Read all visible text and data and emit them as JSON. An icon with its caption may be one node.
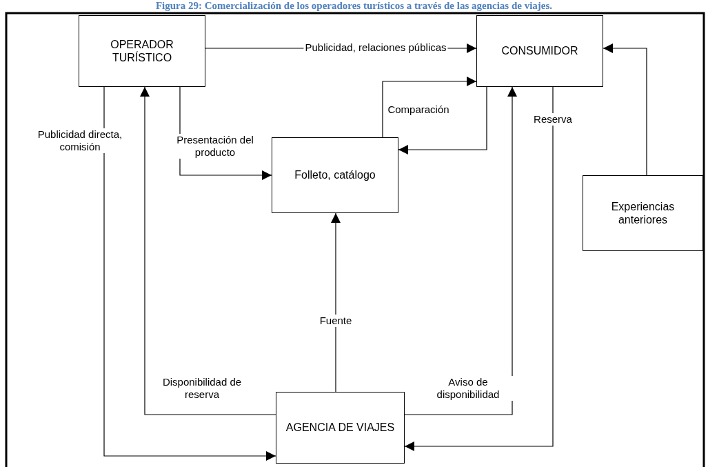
{
  "diagram": {
    "title": "Figura 29: Comercialización de los operadores turísticos a través de las agencias de viajes.",
    "nodes": [
      {
        "text": [
          "OPERADOR TURÍSTICO"
        ]
      },
      {
        "text": [
          "CONSUMIDOR"
        ]
      },
      {
        "text": [
          "Folleto, catálogo"
        ]
      },
      {
        "text": [
          "Experiencias anteriores"
        ]
      },
      {
        "text": [
          "AGENCIA DE VIAJES"
        ]
      }
    ],
    "edges": [
      {
        "from": 0,
        "to": 1,
        "arrow": "to",
        "label": "Publicidad, relaciones públicas"
      },
      {
        "from": 0,
        "to": 2,
        "arrow": "to",
        "label": "Presentación del producto"
      },
      {
        "from": 2,
        "to": 1,
        "arrow": "to",
        "label": "Comparación"
      },
      {
        "from": 1,
        "to": 2,
        "arrow": "to"
      },
      {
        "from": 0,
        "to": 4,
        "arrow": "to",
        "label": "Publicidad directa, comisión"
      },
      {
        "from": 4,
        "to": 0,
        "arrow": "to",
        "label": "Disponibilidad de reserva"
      },
      {
        "from": 4,
        "to": 2,
        "arrow": "to",
        "label": "Fuente"
      },
      {
        "from": 4,
        "to": 1,
        "arrow": "to",
        "label": "Aviso de disponibilidad"
      },
      {
        "from": 1,
        "to": 4,
        "arrow": "to",
        "label": "Reserva"
      },
      {
        "from": 3,
        "to": 1,
        "arrow": "to"
      }
    ]
  }
}
